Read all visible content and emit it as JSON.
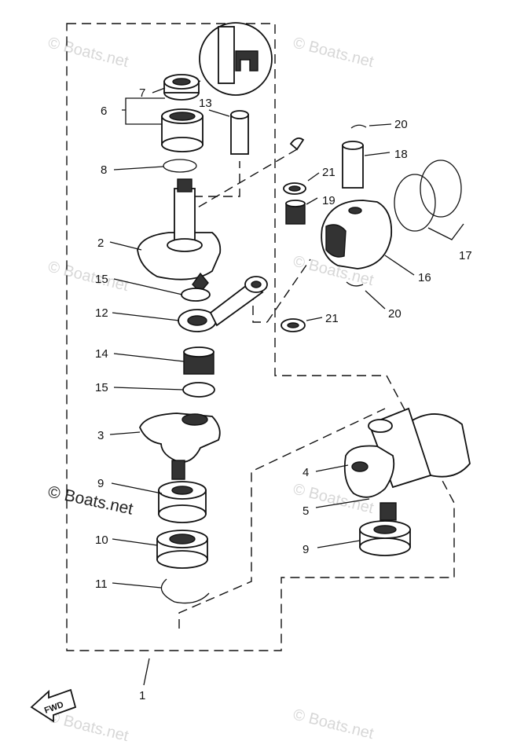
{
  "watermarks": {
    "text": "© Boats.net",
    "strong_text": "© Boats.net"
  },
  "fwd_label": "FWD",
  "callouts": {
    "c1": "1",
    "c2": "2",
    "c3": "3",
    "c4": "4",
    "c5": "5",
    "c6": "6",
    "c7": "7",
    "c8": "8",
    "c9a": "9",
    "c9b": "9",
    "c10": "10",
    "c11": "11",
    "c12": "12",
    "c13": "13",
    "c14": "14",
    "c15a": "15",
    "c15b": "15",
    "c16": "16",
    "c17": "17",
    "c18": "18",
    "c19": "19",
    "c20a": "20",
    "c20b": "20",
    "c21a": "21",
    "c21b": "21"
  }
}
